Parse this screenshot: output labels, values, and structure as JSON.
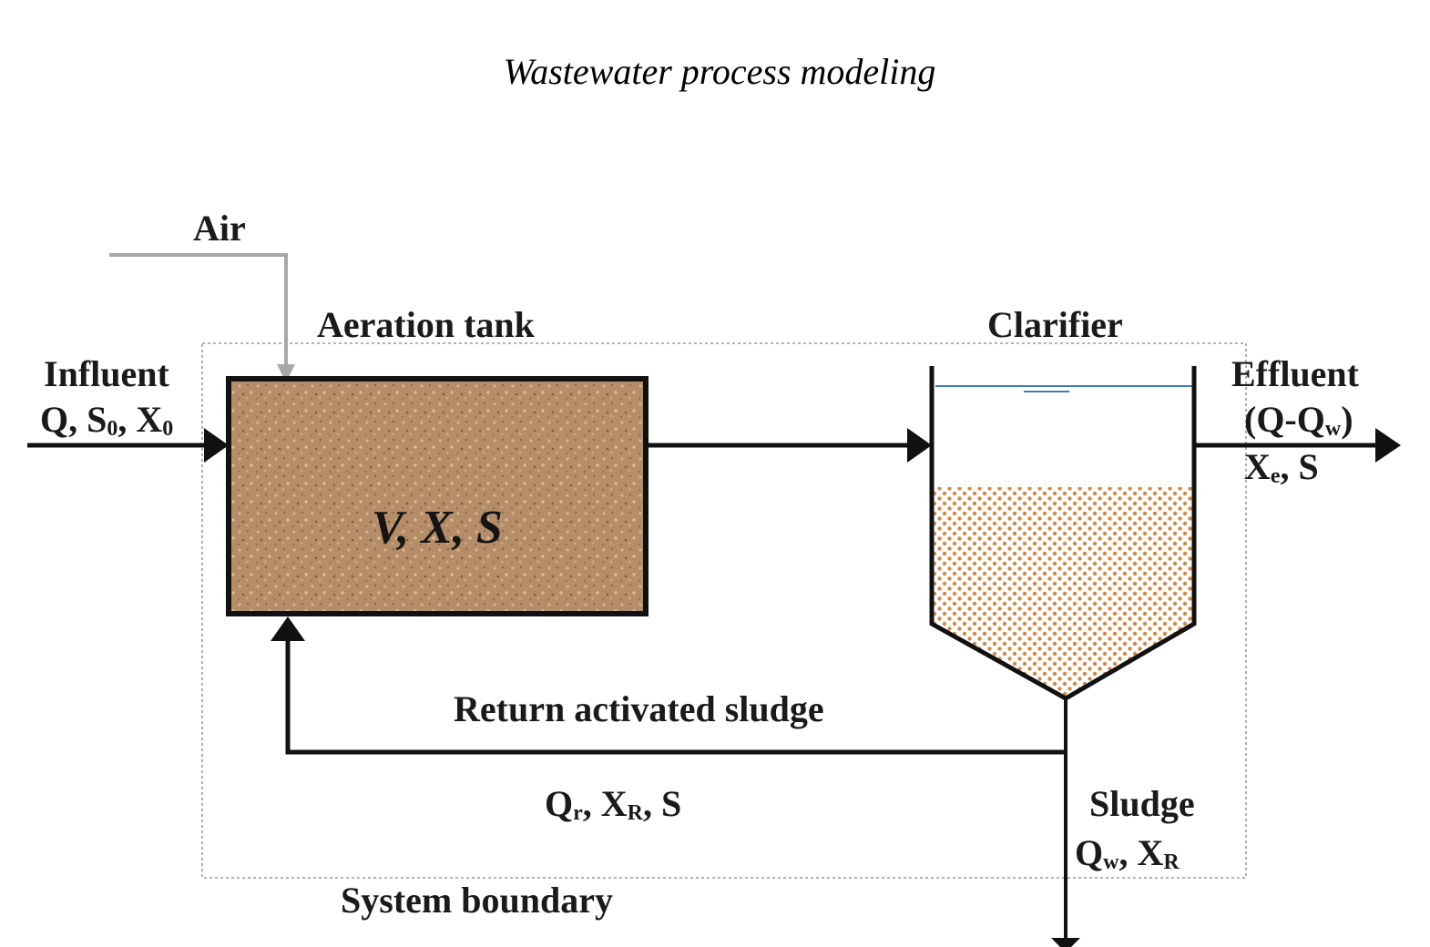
{
  "title": "Wastewater process modeling",
  "labels": {
    "air": "Air",
    "aeration_tank": "Aeration tank",
    "clarifier": "Clarifier",
    "influent": "Influent",
    "influent_q": "Q, S",
    "influent_s_sub": "0",
    "influent_x": ", X",
    "influent_x_sub": "0",
    "tank_vars": "V, X, S",
    "effluent": "Effluent",
    "effluent_q_open": "(Q-Q",
    "effluent_q_sub": "w",
    "effluent_q_close": ")",
    "effluent_x": "X",
    "effluent_x_sub": "e",
    "effluent_s": ", S",
    "return_sludge": "Return activated sludge",
    "return_q": "Q",
    "return_q_sub": "r",
    "return_x": ", X",
    "return_x_sub": "R",
    "return_s": ", S",
    "sludge": "Sludge",
    "sludge_q": "Q",
    "sludge_q_sub": "w",
    "sludge_x": ", X",
    "sludge_x_sub": "R",
    "system_boundary": "System boundary"
  },
  "colors": {
    "line": "#111111",
    "air_line": "#a8a8a8",
    "boundary": "#9a9a9a",
    "tank_fill": "#b58d68",
    "sludge_dot": "#cf8a45",
    "water_line": "#3f7fb0"
  }
}
